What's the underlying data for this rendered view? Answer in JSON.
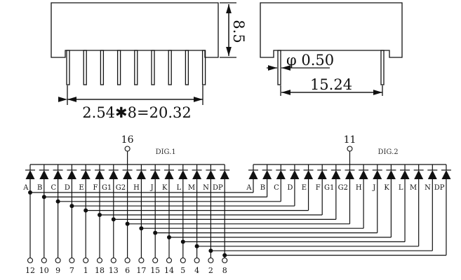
{
  "package": {
    "pitch_label": "2.54✱8=20.32",
    "height_label": "8.5",
    "pin_diameter_label": "φ 0.50",
    "row_spacing_label": "15.24"
  },
  "schematic": {
    "digits": [
      {
        "name": "DIG.1",
        "common_pin": "16"
      },
      {
        "name": "DIG.2",
        "common_pin": "11"
      }
    ],
    "segments": [
      "A",
      "B",
      "C",
      "D",
      "E",
      "F",
      "G1",
      "G2",
      "H",
      "J",
      "K",
      "L",
      "M",
      "N",
      "DP"
    ],
    "pins": [
      "12",
      "10",
      "9",
      "7",
      "1",
      "18",
      "13",
      "6",
      "17",
      "15",
      "14",
      "5",
      "4",
      "2",
      "8"
    ]
  }
}
